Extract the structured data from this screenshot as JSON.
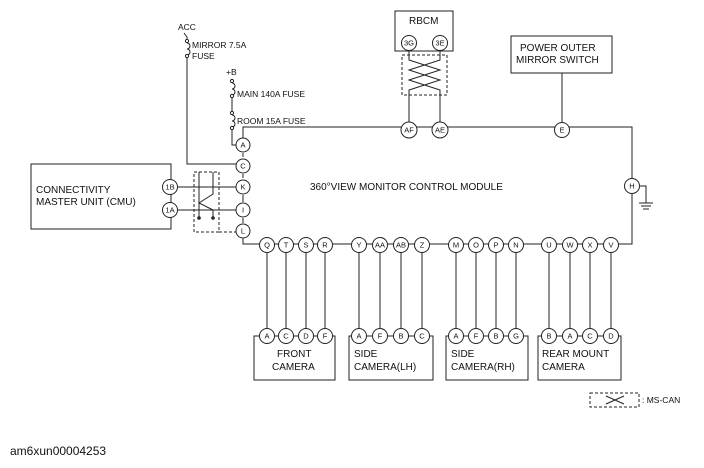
{
  "labels": {
    "acc": "ACC",
    "mirror_fuse_1": "MIRROR 7.5A",
    "mirror_fuse_2": "FUSE",
    "plus_b": "+B",
    "main_fuse": "MAIN 140A FUSE",
    "room_fuse": "ROOM 15A FUSE",
    "rbcm": "RBCM",
    "power_mirror_1": "POWER OUTER",
    "power_mirror_2": "MIRROR SWITCH",
    "cmu_1": "CONNECTIVITY",
    "cmu_2": "MASTER UNIT (CMU)",
    "module": "360°VIEW MONITOR CONTROL MODULE",
    "front_1": "FRONT",
    "front_2": "CAMERA",
    "side_lh_1": "SIDE",
    "side_lh_2": "CAMERA(LH)",
    "side_rh_1": "SIDE",
    "side_rh_2": "CAMERA(RH)",
    "rear_1": "REAR MOUNT",
    "rear_2": "CAMERA",
    "legend": ": MS-CAN",
    "caption": "am6xun00004253"
  },
  "pins": {
    "rbcm": [
      "3G",
      "3E"
    ],
    "module_top": [
      "AF",
      "AE",
      "E"
    ],
    "module_left": [
      "A",
      "C",
      "K",
      "I",
      "L"
    ],
    "module_right": [
      "H"
    ],
    "cmu": [
      "1B",
      "1A"
    ],
    "module_bottom": [
      "Q",
      "T",
      "S",
      "R",
      "Y",
      "AA",
      "AB",
      "Z",
      "M",
      "O",
      "P",
      "N",
      "U",
      "W",
      "X",
      "V"
    ],
    "front_camera": [
      "A",
      "C",
      "D",
      "F"
    ],
    "side_camera_lh": [
      "A",
      "F",
      "B",
      "C"
    ],
    "side_camera_rh": [
      "A",
      "F",
      "B",
      "G"
    ],
    "rear_camera": [
      "B",
      "A",
      "C",
      "D"
    ]
  }
}
